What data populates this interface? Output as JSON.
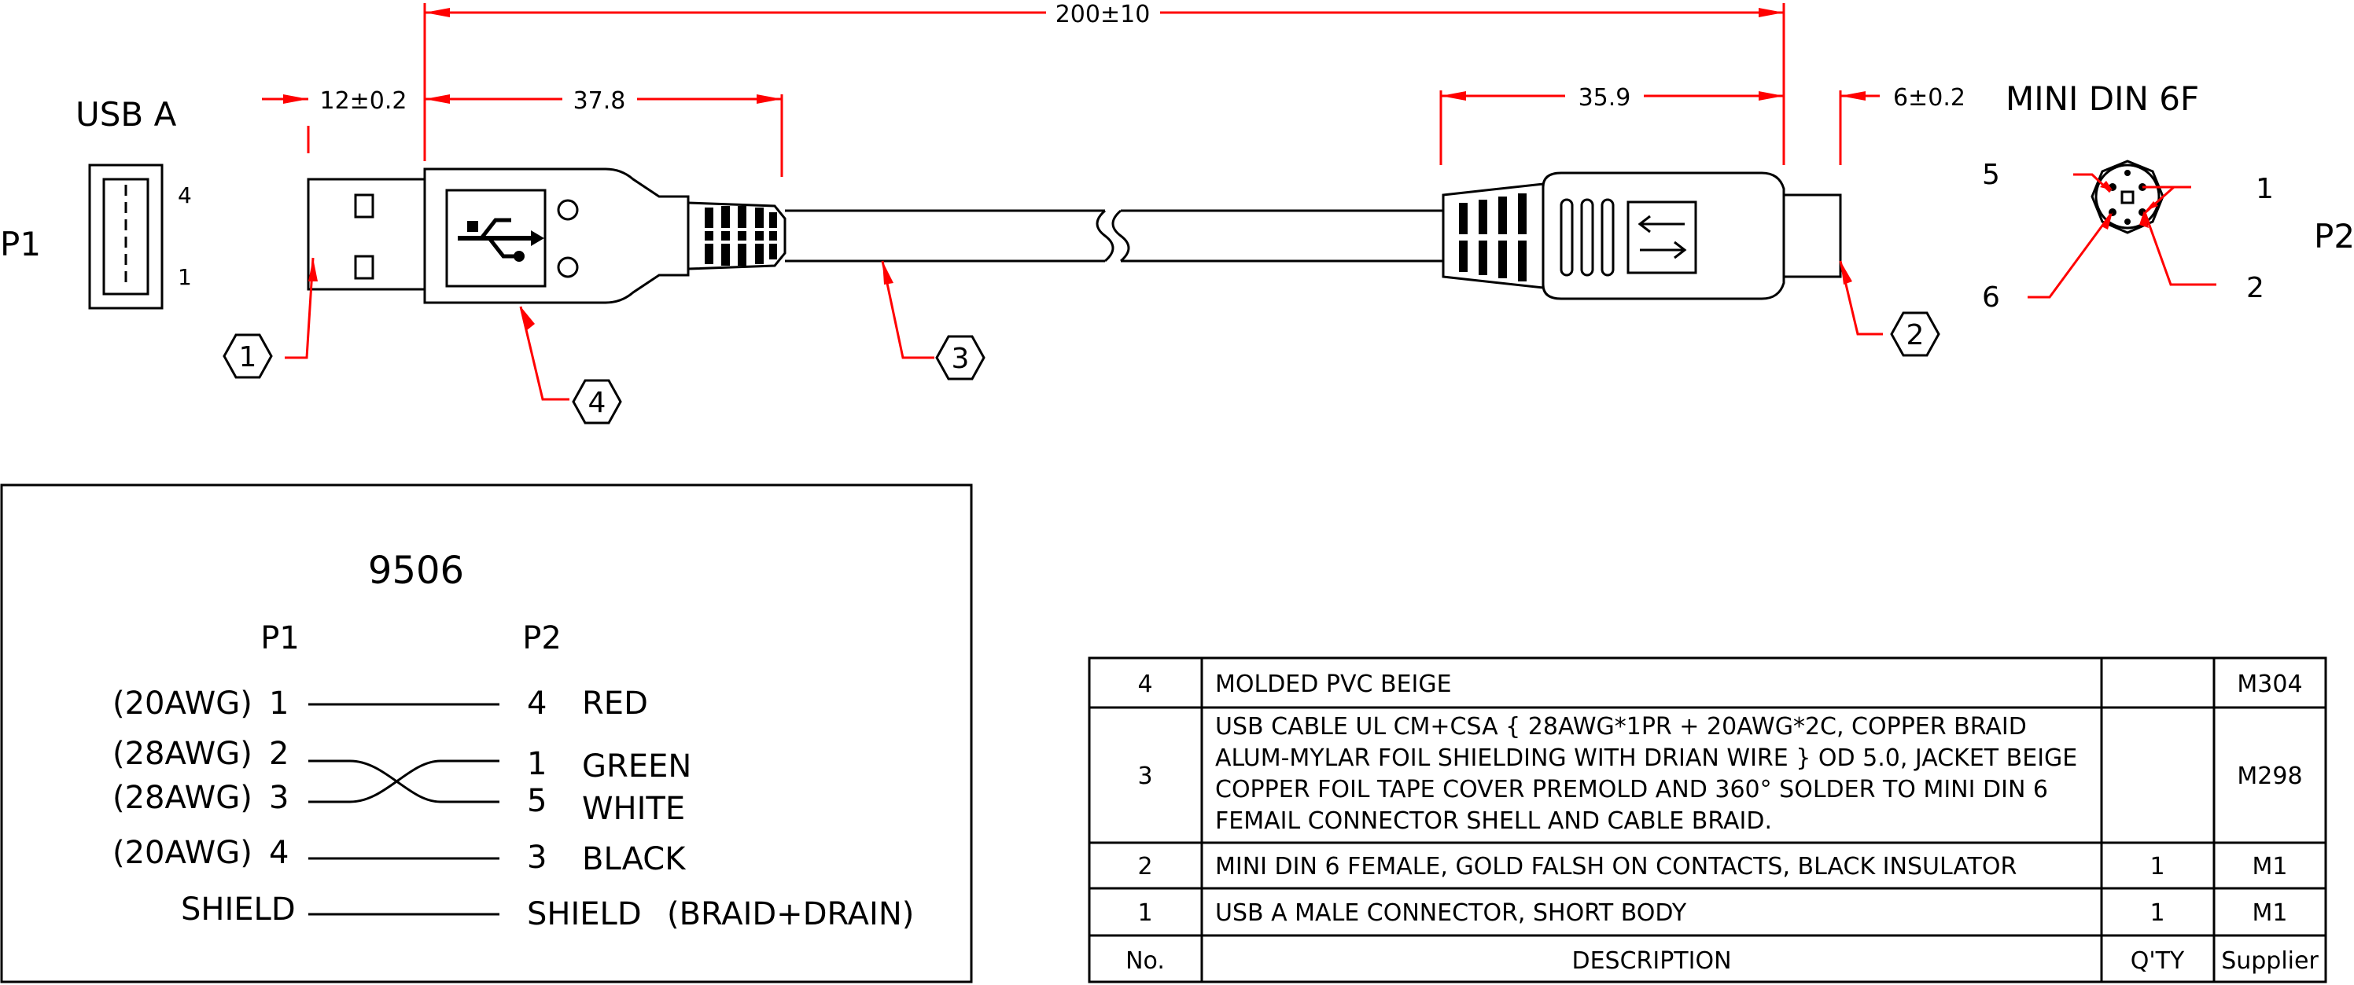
{
  "dimensions": {
    "overall": "200±10",
    "usb_tip": "12±0.2",
    "usb_body": "37.8",
    "din_body": "35.9",
    "din_tip": "6±0.2"
  },
  "connectors": {
    "usb_title": "USB A",
    "din_title": "MINI DIN 6F",
    "p1": "P1",
    "p2": "P2",
    "usb_pin_top": "4",
    "usb_pin_bottom": "1",
    "din_pins": {
      "p5": "5",
      "p1": "1",
      "p6": "6",
      "p2": "2"
    }
  },
  "balloons": {
    "b1": "1",
    "b2": "2",
    "b3": "3",
    "b4": "4"
  },
  "wiring": {
    "title": "9506",
    "col_p1": "P1",
    "col_p2": "P2",
    "rows": [
      {
        "gauge": "(20AWG)",
        "from": "1",
        "to": "4",
        "color": "RED"
      },
      {
        "gauge": "(28AWG)",
        "from": "2",
        "to": "1",
        "color": "GREEN"
      },
      {
        "gauge": "(28AWG)",
        "from": "3",
        "to": "5",
        "color": "WHITE"
      },
      {
        "gauge": "(20AWG)",
        "from": "4",
        "to": "3",
        "color": "BLACK"
      }
    ],
    "shield_left": "SHIELD",
    "shield_right": "SHIELD",
    "shield_note": "(BRAID+DRAIN)"
  },
  "bom": {
    "header": {
      "no": "No.",
      "desc": "DESCRIPTION",
      "qty": "Q'TY",
      "supplier": "Supplier"
    },
    "rows": [
      {
        "no": "4",
        "desc": [
          "MOLDED PVC BEIGE"
        ],
        "qty": "",
        "supplier": "M304"
      },
      {
        "no": "3",
        "desc": [
          "USB CABLE UL CM+CSA { 28AWG*1PR + 20AWG*2C, COPPER BRAID",
          "ALUM-MYLAR FOIL SHIELDING WITH DRIAN WIRE } OD 5.0, JACKET BEIGE",
          "COPPER FOIL TAPE COVER PREMOLD AND 360° SOLDER TO MINI DIN 6",
          "FEMAIL CONNECTOR SHELL AND CABLE BRAID."
        ],
        "qty": "",
        "supplier": "M298"
      },
      {
        "no": "2",
        "desc": [
          "MINI DIN 6 FEMALE, GOLD FALSH ON CONTACTS, BLACK INSULATOR"
        ],
        "qty": "1",
        "supplier": "M1"
      },
      {
        "no": "1",
        "desc": [
          "USB A MALE CONNECTOR, SHORT BODY"
        ],
        "qty": "1",
        "supplier": "M1"
      }
    ]
  },
  "colors": {
    "dimension": "#ff0000",
    "line": "#000000"
  }
}
